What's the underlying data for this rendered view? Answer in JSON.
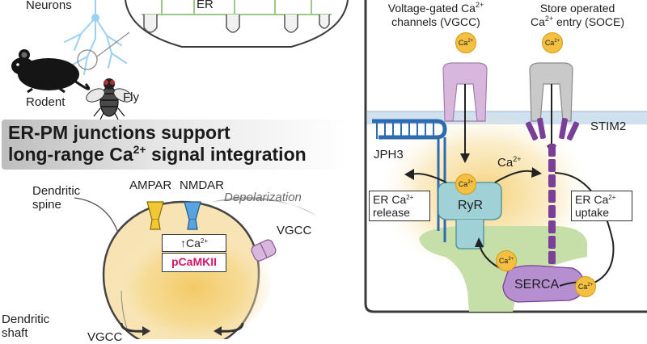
{
  "organisms": {
    "neurons": "Neurons",
    "rodent": "Rodent",
    "fly": "Fly"
  },
  "er_label": "ER",
  "title": {
    "line1": "ER-PM junctions support",
    "line2_prefix": "long-range Ca",
    "line2_sup": "2+",
    "line2_suffix": " signal integration"
  },
  "spine": {
    "dendritic_spine_line1": "Dendritic",
    "dendritic_spine_line2": "spine",
    "ampar": "AMPAR",
    "nmdar": "NMDAR",
    "depolarization": "Depolarization",
    "vgcc": "VGCC",
    "ca_up_arrow": "↑",
    "ca_up_text": "Ca",
    "ca_up_sup": "2+",
    "pcamkii": "pCaMKII",
    "dendritic_shaft_line1": "Dendritic",
    "dendritic_shaft_line2": "shaft",
    "vgcc_cut": "VGCC"
  },
  "panel": {
    "vgcc_title_line1_prefix": "Voltage-gated Ca",
    "vgcc_title_sup": "2+",
    "vgcc_title_line2": "channels (VGCC)",
    "soce_title_line1": "Store operated",
    "soce_title_line2_prefix": "Ca",
    "soce_title_sup": "2+",
    "soce_title_line2_suffix": " entry (SOCE)",
    "stim2": "STIM2",
    "jph3": "JPH3",
    "ca_mid_text": "Ca",
    "ca_mid_sup": "2+",
    "er_release_line1_prefix": "ER Ca",
    "er_release_sup": "2+",
    "er_release_line2": "release",
    "er_uptake_line1_prefix": "ER Ca",
    "er_uptake_sup": "2+",
    "er_uptake_line2": "uptake",
    "ryr": "RyR",
    "serca": "SERCA"
  },
  "ion": {
    "text": "Ca",
    "sup": "2+"
  },
  "colors": {
    "spine_fill": "#f7e3b3",
    "ca_glow": "#f3c860",
    "er_green": "#c6dfa8",
    "ryr_teal": "#9fd1d6",
    "serca_purple": "#b58fcf",
    "stim_purple": "#7c3f98",
    "channel_pink": "#d7b8dc",
    "orai_gray": "#c9c9c9",
    "jph3_blue": "#2d6bb0",
    "membrane_blue": "#cfe0ee",
    "pcamkii_magenta": "#d2186b"
  }
}
